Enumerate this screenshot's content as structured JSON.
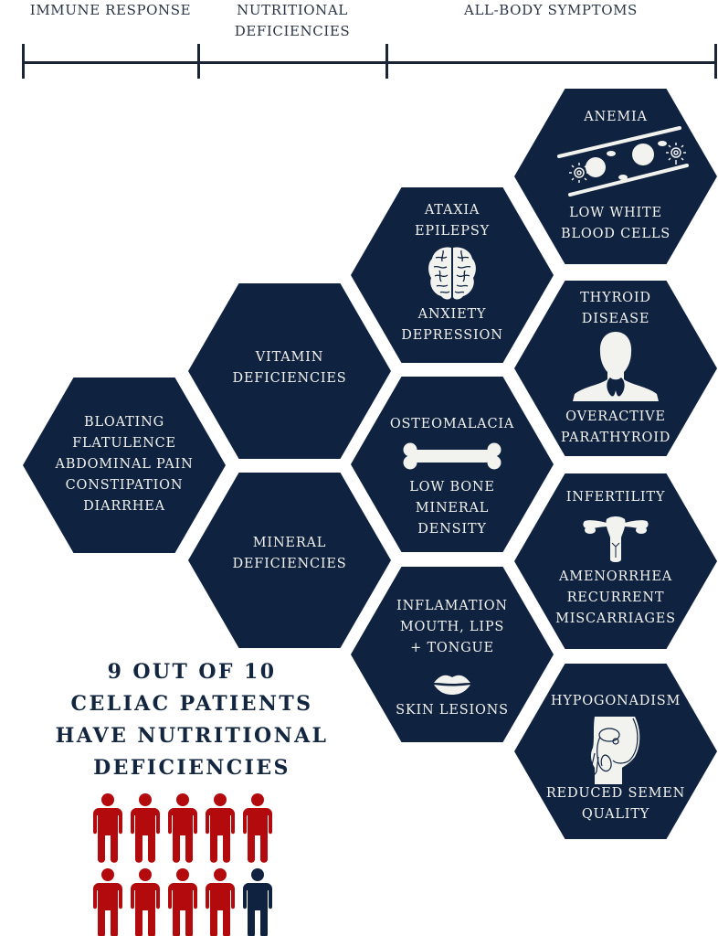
{
  "timeline": {
    "sections": [
      {
        "label": "IMMUNE\nRESPONSE"
      },
      {
        "label": "NUTRITIONAL\nDEFICIENCIES"
      },
      {
        "label": "ALL-BODY SYMPTOMS"
      }
    ]
  },
  "hexes": {
    "immune": {
      "text": "BLOATING\nFLATULENCE\nABDOMINAL PAIN\nCONSTIPATION\nDIARRHEA"
    },
    "vitamin": {
      "text": "VITAMIN\nDEFICIENCIES"
    },
    "mineral": {
      "text": "MINERAL\nDEFICIENCIES"
    },
    "neuro": {
      "top": "ATAXIA\nEPILEPSY",
      "bottom": "ANXIETY\nDEPRESSION",
      "icon": "brain-icon"
    },
    "bone": {
      "top": "OSTEOMALACIA",
      "bottom": "LOW BONE\nMINERAL\nDENSITY",
      "icon": "bone-icon"
    },
    "mouth": {
      "top": "INFLAMATION\nMOUTH, LIPS\n+ TONGUE",
      "bottom": "SKIN LESIONS",
      "icon": "lips-icon"
    },
    "blood": {
      "top": "ANEMIA",
      "bottom": "LOW WHITE\nBLOOD CELLS",
      "icon": "blood-vessel-icon"
    },
    "thyroid": {
      "top": "THYROID\nDISEASE",
      "bottom": "OVERACTIVE\nPARATHYROID",
      "icon": "thyroid-silhouette-icon"
    },
    "fertility": {
      "top": "INFERTILITY",
      "bottom": "AMENORRHEA\nRECURRENT\nMISCARRIAGES",
      "icon": "uterus-icon"
    },
    "hypogonadism": {
      "top": "HYPOGONADISM",
      "bottom": "REDUCED SEMEN\nQUALITY",
      "icon": "male-reproductive-icon"
    }
  },
  "statistic": {
    "text": "9 OUT OF 10\nCELIAC PATIENTS\nHAVE NUTRITIONAL\nDEFICIENCIES",
    "affected": 9,
    "total": 10
  },
  "colors": {
    "navy": "#0f2240",
    "red": "#b20a0d",
    "text_light": "#f2f2ee",
    "background": "#ffffff"
  }
}
